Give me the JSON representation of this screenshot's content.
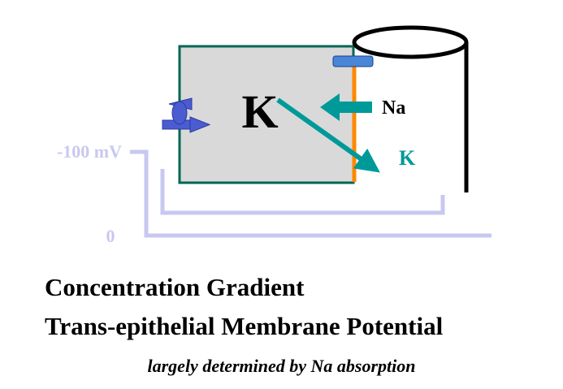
{
  "diagram": {
    "cell_ion_label": "K",
    "sodium_label": "Na",
    "potassium_label": "K",
    "voltage_high_label": "-100 mV",
    "voltage_low_label": "0"
  },
  "captions": {
    "line1": "Concentration Gradient",
    "line2": "Trans-epithelial Membrane Potential",
    "note": "largely determined by Na absorption"
  },
  "colors": {
    "cell_fill": "#d9d9d9",
    "cell_border": "#006655",
    "apical_membrane": "#ff8800",
    "channel": "#4a86d8",
    "pump": "#4a5cd0",
    "arrow_teal": "#009999",
    "trace": "#c8c8f0",
    "text": "#000000"
  }
}
